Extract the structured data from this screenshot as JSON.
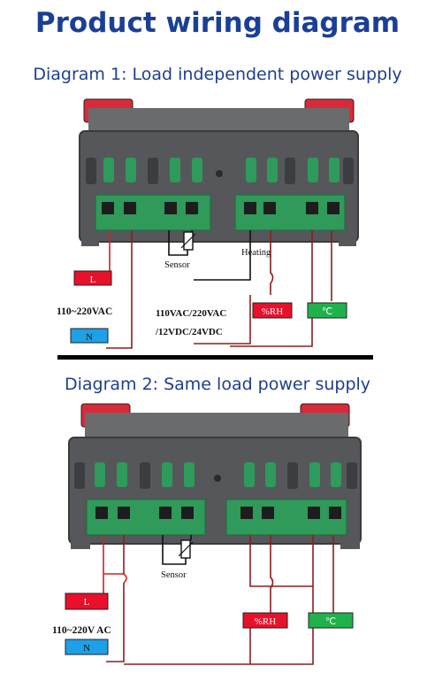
{
  "title": "Product wiring diagram",
  "diagram1": {
    "subtitle": "Diagram 1: Load independent power supply",
    "sensor_label": "Sensor",
    "heating_label": "Heating",
    "power_voltage": "110~220VAC",
    "live_label": "L",
    "neutral_label": "N",
    "load_voltage_line1": "110VAC/220VAC",
    "load_voltage_line2": "/12VDC/24VDC",
    "rh_label": "%RH",
    "temp_label": "℃"
  },
  "diagram2": {
    "subtitle": "Diagram 2: Same load power supply",
    "sensor_label": "Sensor",
    "power_voltage": "110~220V AC",
    "live_label": "L",
    "neutral_label": "N",
    "rh_label": "%RH",
    "temp_label": "℃"
  },
  "colors": {
    "title": "#1a3f96",
    "live_box": "#e8102a",
    "neutral_box": "#1ea0e6",
    "rh_box": "#e8102a",
    "temp_box": "#1fb24a",
    "live_wire": "#d42020",
    "neutral_wire": "#8a1e1e",
    "device_body": "#565759",
    "terminal_block": "#2f9a5a"
  }
}
